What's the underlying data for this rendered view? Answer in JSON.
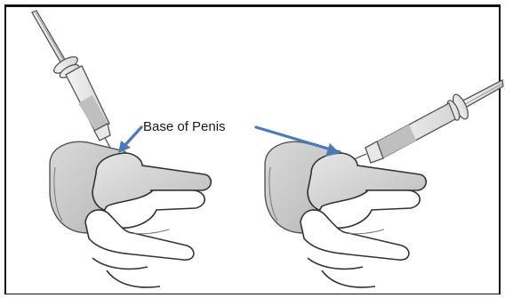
{
  "figure": {
    "callout_label": "Base of Penis",
    "arrow_color": "#4a7ab8",
    "panels": [
      "left-injection-view",
      "right-injection-view"
    ]
  }
}
